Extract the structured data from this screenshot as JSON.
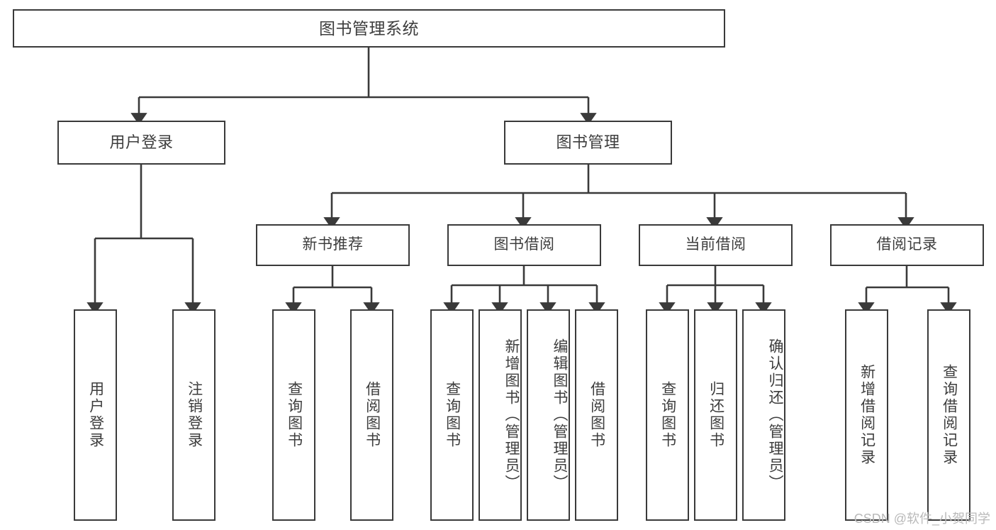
{
  "diagram": {
    "type": "tree-hierarchy",
    "title": "图书管理系统",
    "orientation": "top-down",
    "colors": {
      "stroke": "#3a3a3a",
      "fill": "#ffffff",
      "text": "#3d3d3d",
      "watermark": "#b9b9b9"
    },
    "watermark": "CSDN @软件_小贺同学",
    "levels": {
      "level1": [
        "图书管理系统"
      ],
      "level2": [
        "用户登录",
        "图书管理"
      ],
      "level3": [
        "新书推荐",
        "图书借阅",
        "当前借阅",
        "借阅记录"
      ],
      "level4": [
        "用户登录",
        "注销登录",
        "查询图书",
        "借阅图书",
        "查询图书",
        "新增图书（管理员）",
        "编辑图书（管理员）",
        "借阅图书",
        "查询图书",
        "归还图书",
        "确认归还（管理员）",
        "新增借阅记录",
        "查询借阅记录"
      ]
    },
    "nodes": {
      "root": {
        "label": "图书管理系统"
      },
      "user_login": {
        "label": "用户登录"
      },
      "book_manage": {
        "label": "图书管理"
      },
      "new_book_rec": {
        "label": "新书推荐"
      },
      "book_borrow": {
        "label": "图书借阅"
      },
      "current_borrow": {
        "label": "当前借阅"
      },
      "borrow_record": {
        "label": "借阅记录"
      },
      "leaf_user_login": {
        "label": "用户登录"
      },
      "leaf_user_logout": {
        "label": "注销登录"
      },
      "leaf_rec_query": {
        "label": "查询图书"
      },
      "leaf_rec_borrow": {
        "label": "借阅图书"
      },
      "leaf_borrow_query": {
        "label": "查询图书"
      },
      "leaf_borrow_add": {
        "label": "新增图书（管理员）"
      },
      "leaf_borrow_edit": {
        "label": "编辑图书（管理员）"
      },
      "leaf_borrow_lend": {
        "label": "借阅图书"
      },
      "leaf_cur_query": {
        "label": "查询图书"
      },
      "leaf_cur_return": {
        "label": "归还图书"
      },
      "leaf_cur_confirm": {
        "label": "确认归还（管理员）"
      },
      "leaf_rec_add": {
        "label": "新增借阅记录"
      },
      "leaf_rec_search": {
        "label": "查询借阅记录"
      }
    },
    "edges": [
      {
        "from": "root",
        "to": "user_login"
      },
      {
        "from": "root",
        "to": "book_manage"
      },
      {
        "from": "user_login",
        "to": "leaf_user_login"
      },
      {
        "from": "user_login",
        "to": "leaf_user_logout"
      },
      {
        "from": "book_manage",
        "to": "new_book_rec"
      },
      {
        "from": "book_manage",
        "to": "book_borrow"
      },
      {
        "from": "book_manage",
        "to": "current_borrow"
      },
      {
        "from": "book_manage",
        "to": "borrow_record"
      },
      {
        "from": "new_book_rec",
        "to": "leaf_rec_query"
      },
      {
        "from": "new_book_rec",
        "to": "leaf_rec_borrow"
      },
      {
        "from": "book_borrow",
        "to": "leaf_borrow_query"
      },
      {
        "from": "book_borrow",
        "to": "leaf_borrow_add"
      },
      {
        "from": "book_borrow",
        "to": "leaf_borrow_edit"
      },
      {
        "from": "book_borrow",
        "to": "leaf_borrow_lend"
      },
      {
        "from": "current_borrow",
        "to": "leaf_cur_query"
      },
      {
        "from": "current_borrow",
        "to": "leaf_cur_return"
      },
      {
        "from": "current_borrow",
        "to": "leaf_cur_confirm"
      },
      {
        "from": "borrow_record",
        "to": "leaf_rec_add"
      },
      {
        "from": "borrow_record",
        "to": "leaf_rec_search"
      }
    ]
  }
}
